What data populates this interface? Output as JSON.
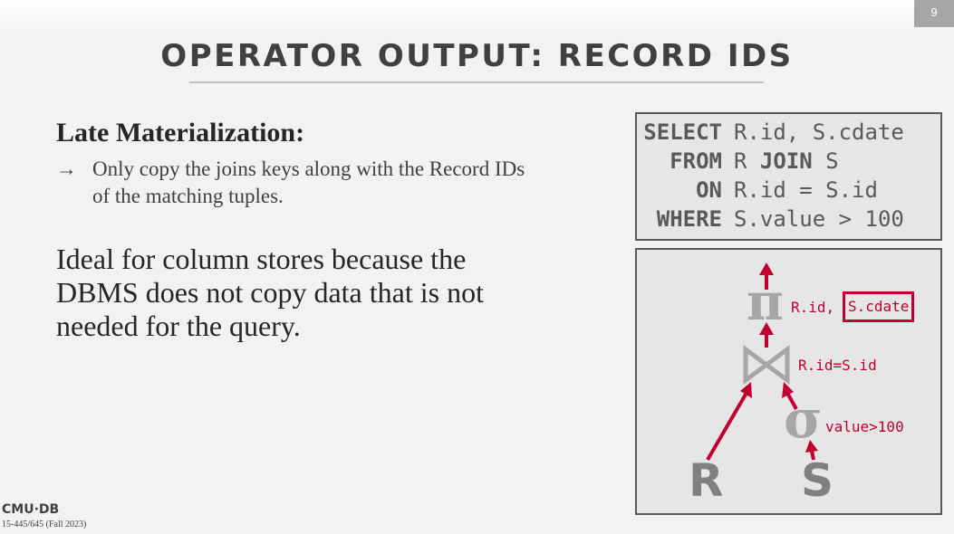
{
  "slide": {
    "page_number": "9",
    "title": "OPERATOR OUTPUT: RECORD IDS"
  },
  "content": {
    "heading": "Late Materialization:",
    "bullet_arrow": "→",
    "bullet_text": "Only copy the joins keys along with the Record IDs of the matching tuples.",
    "paragraph": "Ideal for column stores because the DBMS does not copy data that is not needed for the query."
  },
  "sql": {
    "lines": [
      {
        "keyword": "SELECT",
        "rest": "R.id, S.cdate"
      },
      {
        "keyword": "FROM",
        "rest_before": "R ",
        "rest_bold": "JOIN",
        "rest_after": " S"
      },
      {
        "keyword": "ON",
        "rest": "R.id = S.id"
      },
      {
        "keyword": "WHERE",
        "rest": "S.value > 100"
      }
    ]
  },
  "tree": {
    "projection_symbol": "π",
    "projection_label_prefix": "R.id,",
    "projection_label_highlight": "S.cdate",
    "join_label": "R.id=S.id",
    "selection_symbol": "σ",
    "selection_label": "value>100",
    "relation_left": "R",
    "relation_right": "S",
    "colors": {
      "operator_gray": "#a6a6a6",
      "edge_red": "#c00032",
      "relation_gray": "#808080"
    },
    "icons": [
      "projection-icon",
      "join-bowtie-icon",
      "selection-icon",
      "arrow-up-icon"
    ]
  },
  "footer": {
    "logo": "CMU·DB",
    "course": "15-445/645 (Fall 2023)"
  }
}
